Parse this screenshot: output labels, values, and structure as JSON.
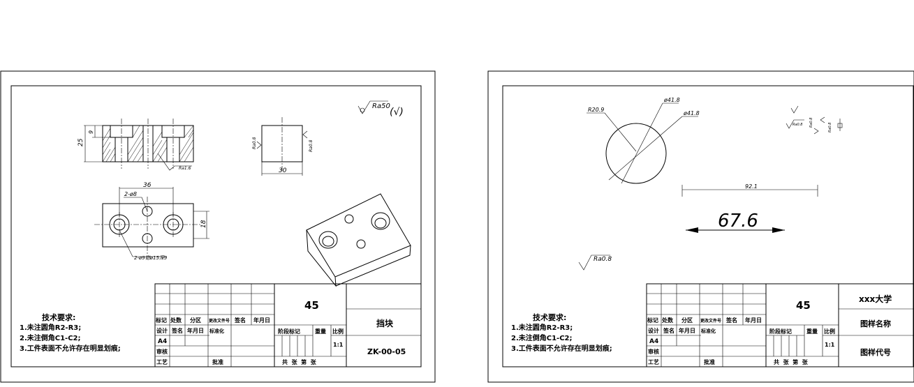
{
  "left_sheet": {
    "surface_finish_default": "Ra50",
    "surface_finish_paren": "(√)",
    "front_view": {
      "dim_height_total": "25",
      "dim_height_top": "9",
      "finish_label": "Ra1.6"
    },
    "side_view": {
      "finish_left": "Ra0.8",
      "finish_right": "Ra0.8",
      "dim_width": "30"
    },
    "top_view": {
      "dim_width": "36",
      "dim_height": "18",
      "holes_label": "2-ø8",
      "cbore_label": "2-ø9锪ø15深9"
    },
    "tech_requirements": {
      "title": "技术要求:",
      "items": [
        "1.未注圆角R2-R3;",
        "2.未注倒角C1-C2;",
        "3.工件表面不允许存在明显划痕;"
      ]
    },
    "title_block": {
      "material": "45",
      "part_name": "挡块",
      "drawing_no": "ZK-00-05",
      "scale": "1:1",
      "paper": "A4"
    }
  },
  "right_sheet": {
    "dim_radius": "R20.9",
    "dim_dia1": "ø41.8",
    "dim_dia2": "ø41.8",
    "dim_length": "92.1",
    "dim_large": "67.6",
    "finish_label": "Ra0.8",
    "sym_labels": [
      "Ra0.8",
      "Ra0.8",
      "Ra0.8"
    ],
    "tech_requirements": {
      "title": "技术要求:",
      "items": [
        "1.未注圆角R2-R3;",
        "2.未注倒角C1-C2;",
        "3.工件表面不允许存在明显划痕;"
      ]
    },
    "title_block": {
      "material": "45",
      "school": "xxx大学",
      "drawing_name": "图样名称",
      "drawing_code": "图样代号",
      "scale": "1:1",
      "paper": "A4"
    }
  },
  "title_block_labels": {
    "row_marks": [
      "标记",
      "处数",
      "分区",
      "更改文件号",
      "签名",
      "年月日"
    ],
    "row_design": [
      "设计",
      "签名",
      "年月日",
      "标准化"
    ],
    "stage_mark": "阶段标记",
    "weight": "重量",
    "scale": "比例",
    "review": "审核",
    "process": "工艺",
    "approve": "批准",
    "sheets": "共  张  第  张"
  }
}
